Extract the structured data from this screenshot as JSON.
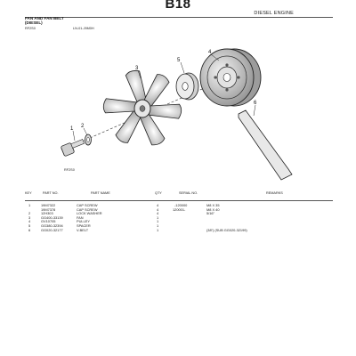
{
  "page": {
    "title": "B18",
    "section": "DIESEL ENGINE"
  },
  "heading": {
    "line1": "FAN AND FAN BELT",
    "line2": "(DIESEL)"
  },
  "figure": {
    "code": "RF2S0",
    "ref": "LN-01-J9M0H",
    "callouts": [
      "1",
      "2",
      "3",
      "4",
      "5",
      "6"
    ],
    "caption": "RF2S0"
  },
  "table": {
    "headers": {
      "key": "KEY",
      "part_no": "PART NO.",
      "part_name": "PART NAME",
      "qty": "QTY",
      "serial_no": "SERIAL NO.",
      "remarks": "REMARKS"
    },
    "rows": [
      {
        "key": "1",
        "part_no": "19M7322",
        "part_name": "CAP SCREW",
        "qty": "4",
        "serial_no": "-120000",
        "remarks": "M8 X 35"
      },
      {
        "key": "",
        "part_no": "19M7378",
        "part_name": "CAP SCREW",
        "qty": "4",
        "serial_no": "120001-",
        "remarks": "M8 X 40"
      },
      {
        "key": "2",
        "part_no": "12H303",
        "part_name": "LOCK WASHER",
        "qty": "4",
        "serial_no": "",
        "remarks": "5/16\""
      },
      {
        "key": "3",
        "part_no": "GG400-33139",
        "part_name": "FAN",
        "qty": "1",
        "serial_no": "",
        "remarks": ""
      },
      {
        "key": "4",
        "part_no": "GV10705",
        "part_name": "PULLEY",
        "qty": "1",
        "serial_no": "",
        "remarks": ""
      },
      {
        "key": "5",
        "part_no": "GG380-32394",
        "part_name": "SPACER",
        "qty": "1",
        "serial_no": "",
        "remarks": ""
      },
      {
        "key": "6",
        "part_no": "GG020-32177",
        "part_name": "V-BELT",
        "qty": "1",
        "serial_no": "",
        "remarks": "(38\") (SUB GG020-32199)"
      }
    ]
  }
}
